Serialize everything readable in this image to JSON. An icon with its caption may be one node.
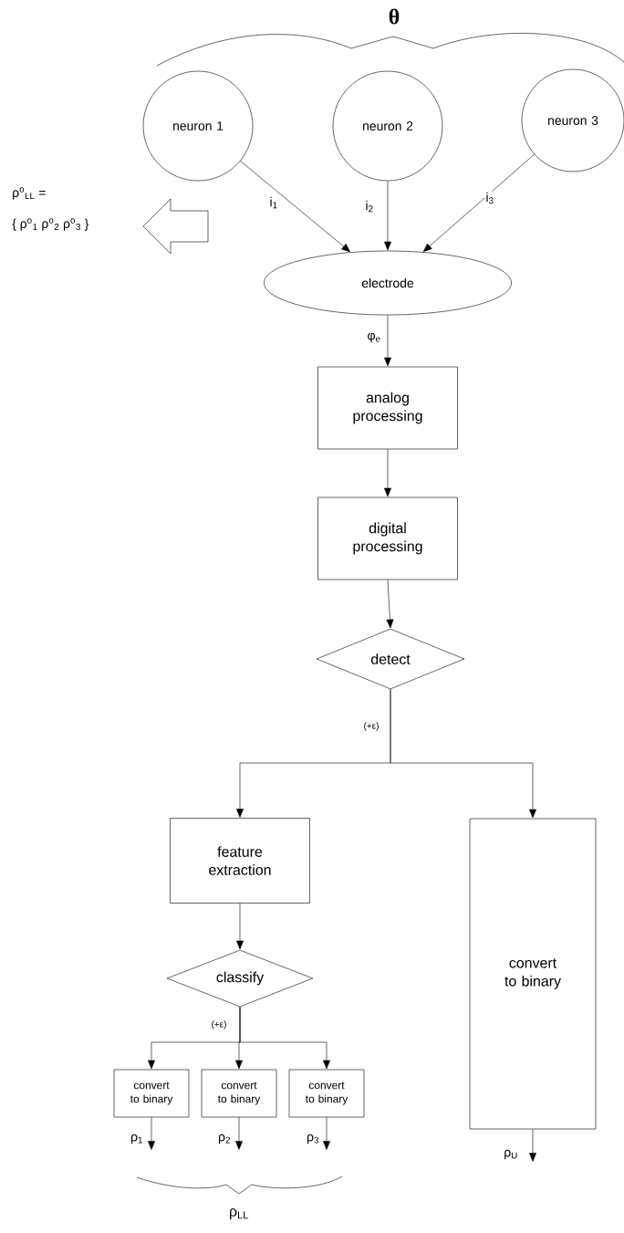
{
  "diagram": {
    "nodes": [
      {
        "text": [
          "neuron 1"
        ]
      },
      {
        "text": [
          "neuron 2"
        ]
      },
      {
        "text": [
          "neuron 3"
        ]
      },
      {
        "text": [
          "electrode"
        ]
      },
      {
        "text": [
          "analog processing"
        ]
      },
      {
        "text": [
          "digital processing"
        ]
      },
      {
        "text": [
          "detect"
        ]
      },
      {
        "text": [
          "feature extraction"
        ]
      },
      {
        "text": [
          "convert to binary"
        ]
      },
      {
        "text": [
          "classify"
        ]
      },
      {
        "text": [
          "convert to binary"
        ]
      },
      {
        "text": [
          "convert to binary"
        ]
      },
      {
        "text": [
          "convert to binary"
        ]
      }
    ],
    "edges": [
      {
        "from": 0,
        "to": 3,
        "arrow": "to",
        "label": "i$_{1}$"
      },
      {
        "from": 1,
        "to": 3,
        "arrow": "to",
        "label": "i$_{2}$"
      },
      {
        "from": 2,
        "to": 3,
        "arrow": "to",
        "label": "i$_{3}$"
      },
      {
        "from": 3,
        "to": 4,
        "arrow": "to",
        "label": "φ$_{e}$"
      },
      {
        "from": 4,
        "to": 5,
        "arrow": "to"
      },
      {
        "from": 5,
        "to": 6,
        "arrow": "to"
      },
      {
        "from": 6,
        "to": 7,
        "arrow": "to",
        "label": "(+ε)"
      },
      {
        "from": 6,
        "to": 8,
        "arrow": "to"
      },
      {
        "from": 7,
        "to": 9,
        "arrow": "to"
      },
      {
        "from": 9,
        "to": 10,
        "arrow": "to",
        "label": "(+ε)"
      },
      {
        "from": 9,
        "to": 11,
        "arrow": "to"
      },
      {
        "from": 9,
        "to": 12,
        "arrow": "to"
      },
      {
        "from": 10,
        "to": null,
        "arrow": "to",
        "label": "ρ$_{1}$"
      },
      {
        "from": 11,
        "to": null,
        "arrow": "to",
        "label": "ρ$_{2}$"
      },
      {
        "from": 12,
        "to": null,
        "arrow": "to",
        "label": "ρ$_{3}$"
      },
      {
        "from": 8,
        "to": null,
        "arrow": "to",
        "label": "ρ$_{U}$"
      }
    ],
    "labels": [
      "θ",
      "ρ$^{o}$$_{LL}$ =",
      "{ ρ$^{o}$$_{1}$ ρ$^{o}$$_{2}$ ρ$^{o}$$_{3}$ }",
      "ρ$_{LL}$"
    ]
  }
}
